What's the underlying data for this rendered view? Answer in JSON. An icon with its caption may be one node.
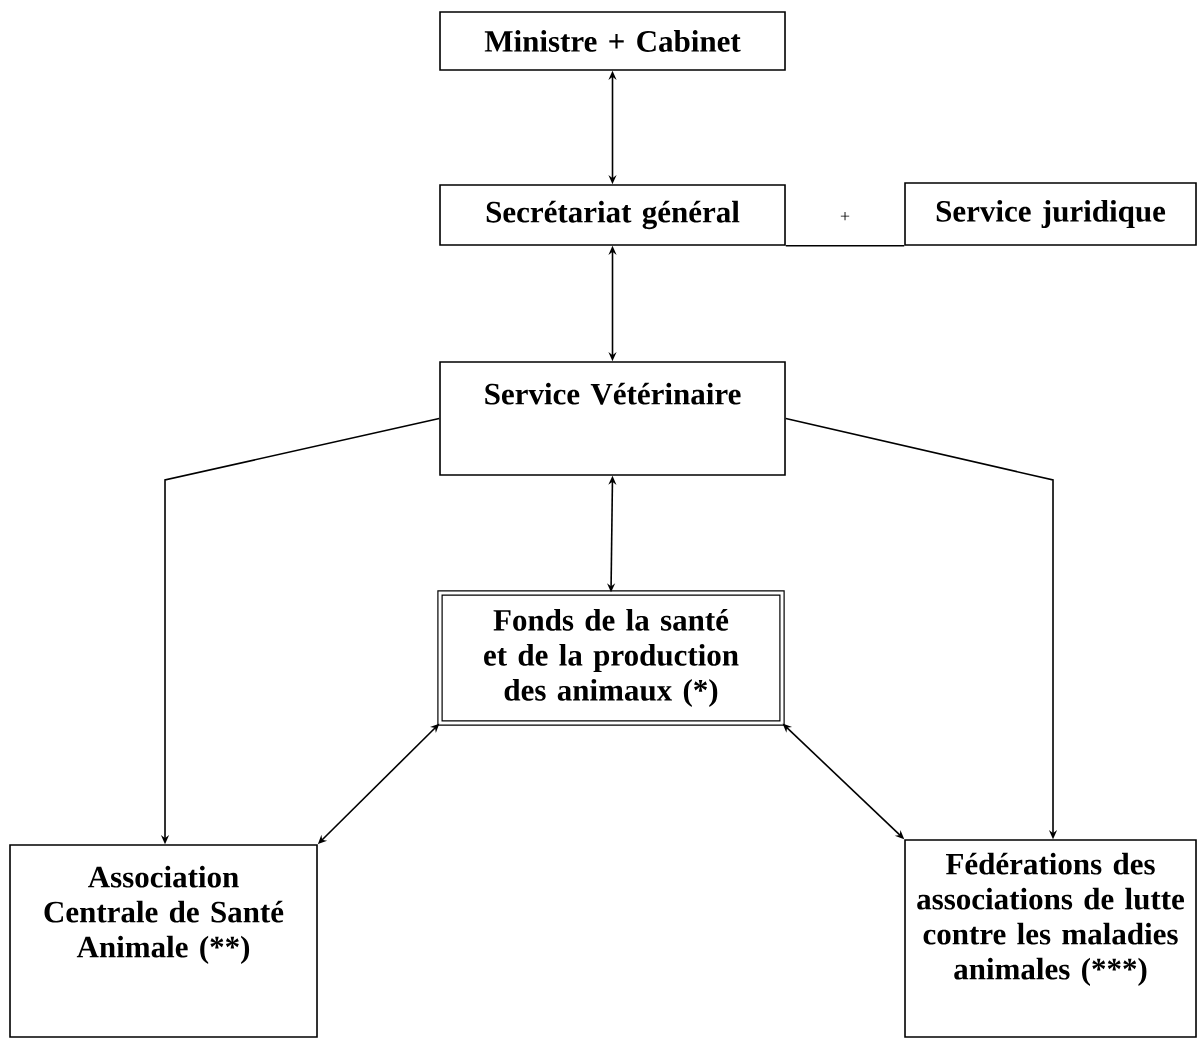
{
  "diagram": {
    "nodes": [
      {
        "text": [
          "Ministre + Cabinet"
        ]
      },
      {
        "text": [
          "Secrétariat général"
        ]
      },
      {
        "text": [
          "Service juridique"
        ]
      },
      {
        "text": [
          "Service Vétérinaire"
        ]
      },
      {
        "text": [
          "Fonds de la santé et de la production des animaux (*)"
        ]
      },
      {
        "text": [
          "Association Centrale de Santé Animale (**)"
        ]
      },
      {
        "text": [
          "Fédérations des associations de lutte contre les maladies animales (***)"
        ]
      }
    ],
    "edges": [
      {
        "from": 0,
        "to": 1,
        "arrow": "both"
      },
      {
        "from": 1,
        "to": 2,
        "arrow": "none",
        "label": "+"
      },
      {
        "from": 1,
        "to": 3,
        "arrow": "both"
      },
      {
        "from": 3,
        "to": 4,
        "arrow": "both"
      },
      {
        "from": 3,
        "to": 5,
        "arrow": "to"
      },
      {
        "from": 3,
        "to": 6,
        "arrow": "to"
      },
      {
        "from": 4,
        "to": 5,
        "arrow": "both"
      },
      {
        "from": 4,
        "to": 6,
        "arrow": "both"
      }
    ]
  }
}
